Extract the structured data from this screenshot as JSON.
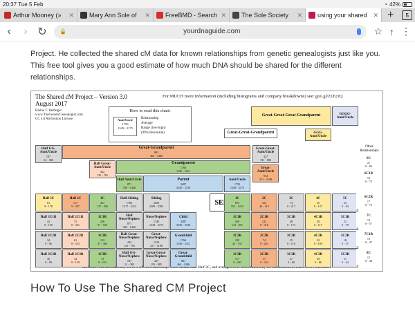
{
  "status": {
    "time": "20:37",
    "date": "Tue 5 Feb",
    "battery": "42%",
    "battery_level": 0.42
  },
  "tabs": [
    {
      "title": "Arthur Mooney (»",
      "fav_color": "#c62828",
      "fav_glyph": "",
      "active": false
    },
    {
      "title": "Mary Ann Sole of",
      "fav_color": "#333333",
      "fav_glyph": "",
      "active": false
    },
    {
      "title": "FreeBMD - Search",
      "fav_color": "#d32f2f",
      "fav_glyph": "",
      "active": false
    },
    {
      "title": "The Sole Society",
      "fav_color": "#444444",
      "fav_glyph": "",
      "active": false
    },
    {
      "title": "using your shared",
      "fav_color": "#c2185b",
      "fav_glyph": "",
      "active": true
    }
  ],
  "tab_count": "5",
  "address": {
    "url": "yourdnaguide.com"
  },
  "article": {
    "paragraph": "Project. He collected the shared cM data for known relationships from genetic genealogists just like you. This free tool gives you a good estimate of how much DNA should be shared for the different relationships.",
    "heading": "How To Use The Shared CM Project"
  },
  "chart": {
    "title": "The Shared cM Project – Version 3.0",
    "subtitle": "August 2017",
    "info": "For MUCH more information (including histograms and company breakdowns) see: goo.gl/Z1EcJQ",
    "author": "Blaine T. Bettinger",
    "author_site": "www.TheGeneticGenealogist.com",
    "license": "CC 4.0 Attribution License",
    "legend_title": "How to read this chart:",
    "legend_box": [
      "Aunt/Uncle",
      "1750",
      "1349 - 2175"
    ],
    "legend_labels": [
      "Relationship",
      "Average",
      "Range (low-high)",
      "(99% Percentile)"
    ],
    "other_heading": "Other Relationships",
    "self_label": "SELF",
    "footer": "Minimum was automatically set to 0 cM for relationships more distant than Half 2C, and averages were determined only for submissions in which DNA was shared",
    "cells": [
      {
        "name": "Great-Great-Great-Grandparent",
        "avg": "",
        "range": "",
        "color": "#fde9a0"
      },
      {
        "name": "GGGG-Aunt/Uncle",
        "avg": "",
        "range": "",
        "color": "#dfe3f3"
      },
      {
        "name": "Great-Great-Grandparent",
        "avg": "",
        "range": "",
        "color": "#ffffff"
      },
      {
        "name": "GGG-Aunt/Uncle",
        "avg": "",
        "range": "",
        "color": "#fde9a0"
      },
      {
        "name": "Half GG-Aunt/Uncle",
        "avg": "187",
        "range": "12 - 383",
        "color": "#d9d9d9"
      },
      {
        "name": "Great-Grandparent",
        "avg": "881",
        "range": "464 - 1486",
        "color": "#f4b184"
      },
      {
        "name": "Great-Great-Aunt/Uncle",
        "avg": "427",
        "range": "191 - 885",
        "color": "#d9d9d9"
      },
      {
        "name": "Half Great-Aunt/Uncle",
        "avg": "432",
        "range": "125 - 765",
        "color": "#fbd7c1"
      },
      {
        "name": "Grandparent",
        "avg": "1766",
        "range": "1156 - 2311",
        "color": "#a9d18e"
      },
      {
        "name": "Great-Aunt/Uncle",
        "avg": "914",
        "range": "251 - 2108",
        "color": "#f4b184"
      },
      {
        "name": "Half Aunt/Uncle",
        "avg": "871",
        "range": "500 - 1446",
        "color": "#a9d18e"
      },
      {
        "name": "Parent",
        "avg": "3487",
        "range": "3330 - 3720",
        "color": "#bdd7ee"
      },
      {
        "name": "Aunt/Uncle",
        "avg": "1750",
        "range": "1349 - 2175",
        "color": "#bdd7ee"
      },
      {
        "name": "Half 3C",
        "avg": "61",
        "range": "0 - 178",
        "color": "#fde9a0"
      },
      {
        "name": "Half 2C",
        "avg": "117",
        "range": "9 - 397",
        "color": "#f4b184"
      },
      {
        "name": "1C",
        "avg": "437",
        "range": "137 - 856",
        "color": "#a9d18e"
      },
      {
        "name": "Half-Sibling",
        "avg": "1783",
        "range": "1317 - 2312",
        "color": "#d9d9d9"
      },
      {
        "name": "Sibling",
        "avg": "2629",
        "range": "2209 - 3384",
        "color": "#d9d9d9"
      },
      {
        "name": "1C",
        "avg": "874",
        "range": "553 - 1225",
        "color": "#a9d18e"
      },
      {
        "name": "2C",
        "avg": "233",
        "range": "46 - 515",
        "color": "#f4b184"
      },
      {
        "name": "3C",
        "avg": "74",
        "range": "0 - 217",
        "color": "#d9d9d9"
      },
      {
        "name": "4C",
        "avg": "35",
        "range": "0 - 127",
        "color": "#fde9a0"
      },
      {
        "name": "5C",
        "avg": "25",
        "range": "0 - 94",
        "color": "#dfe3f3"
      },
      {
        "name": "Half 3C1R",
        "avg": "42",
        "range": "0 - 165",
        "color": "#d9d9d9"
      },
      {
        "name": "Half 2C1R",
        "avg": "73",
        "range": "0 - 341",
        "color": "#fbd7c1"
      },
      {
        "name": "1C1R",
        "avg": "226",
        "range": "57 - 530",
        "color": "#a9d18e"
      },
      {
        "name": "Half Niece/Nephew",
        "avg": "871",
        "range": "500 - 1446",
        "color": "#d9d9d9"
      },
      {
        "name": "Niece/Nephew",
        "avg": "1740",
        "range": "1349 - 2175",
        "color": "#d9d9d9"
      },
      {
        "name": "Child",
        "avg": "3487",
        "range": "3330 - 3720",
        "color": "#bdd7ee"
      },
      {
        "name": "1C1R",
        "avg": "439",
        "range": "141 - 851",
        "color": "#a9d18e"
      },
      {
        "name": "2C1R",
        "avg": "122",
        "range": "0 - 316",
        "color": "#f4b184"
      },
      {
        "name": "3C1R",
        "avg": "48",
        "range": "0 - 173",
        "color": "#d9d9d9"
      },
      {
        "name": "4C1R",
        "avg": "28",
        "range": "0 - 117",
        "color": "#fde9a0"
      },
      {
        "name": "5C1R",
        "avg": "21",
        "range": "0 - 79",
        "color": "#dfe3f3"
      },
      {
        "name": "Half 3C2R",
        "avg": "34",
        "range": "0 - 96",
        "color": "#d9d9d9"
      },
      {
        "name": "Half 2C2R",
        "avg": "61",
        "range": "0 - 353",
        "color": "#fbd7c1"
      },
      {
        "name": "1C2R",
        "avg": "123",
        "range": "37 - 360",
        "color": "#a9d18e"
      },
      {
        "name": "Half Great-Niece/Nephew",
        "avg": "432",
        "range": "125 - 765",
        "color": "#d9d9d9"
      },
      {
        "name": "Great-Niece/Nephew",
        "avg": "1220",
        "range": "251 - 2108",
        "color": "#d9d9d9"
      },
      {
        "name": "Grandchild",
        "avg": "1766",
        "range": "1156 - 2311",
        "color": "#bdd7ee"
      },
      {
        "name": "1C2R",
        "avg": "229",
        "range": "43 - 531",
        "color": "#a9d18e"
      },
      {
        "name": "2C2R",
        "avg": "74",
        "range": "0 - 261",
        "color": "#f4b184"
      },
      {
        "name": "3C2R",
        "avg": "35",
        "range": "0 - 116",
        "color": "#d9d9d9"
      },
      {
        "name": "4C2R",
        "avg": "22",
        "range": "0 - 109",
        "color": "#fde9a0"
      },
      {
        "name": "5C2R",
        "avg": "18",
        "range": "0 - 57",
        "color": "#dfe3f3"
      },
      {
        "name": "Half 3C3R",
        "avg": "36",
        "range": "0 - 98",
        "color": "#d9d9d9"
      },
      {
        "name": "Half 2C3R",
        "avg": "34",
        "range": "0 - 159",
        "color": "#fbd7c1"
      },
      {
        "name": "1C3R",
        "avg": "73",
        "range": "0 - 253",
        "color": "#a9d18e"
      },
      {
        "name": "Half GG-Niece/Nephew",
        "avg": "187",
        "range": "12 - 383",
        "color": "#d9d9d9"
      },
      {
        "name": "Great-Great-Niece/Nephew",
        "avg": "427",
        "range": "191 - 885",
        "color": "#d9d9d9"
      },
      {
        "name": "Great-Grandchild",
        "avg": "881",
        "range": "464 - 1486",
        "color": "#bdd7ee"
      },
      {
        "name": "1C3R",
        "avg": "117",
        "range": "0 - 283",
        "color": "#a9d18e"
      },
      {
        "name": "2C3R",
        "avg": "57",
        "range": "0 - 222",
        "color": "#f4b184"
      },
      {
        "name": "3C3R",
        "avg": "27",
        "range": "0 - 69",
        "color": "#d9d9d9"
      },
      {
        "name": "4C3R",
        "avg": "29",
        "range": "0 - 86",
        "color": "#fde9a0"
      },
      {
        "name": "5C3R",
        "avg": "11",
        "range": "0 - 44",
        "color": "#dfe3f3"
      }
    ],
    "other": [
      {
        "name": "6C",
        "avg": "21",
        "range": "0 - 86"
      },
      {
        "name": "6C1R",
        "avg": "16",
        "range": "0 - 72"
      },
      {
        "name": "6C2R",
        "avg": "17",
        "range": "0 - 73"
      },
      {
        "name": "7C",
        "avg": "13",
        "range": "0 - 57"
      },
      {
        "name": "7C1R",
        "avg": "13",
        "range": "0 - 47"
      },
      {
        "name": "8C",
        "avg": "12",
        "range": "0 - 48"
      }
    ]
  }
}
